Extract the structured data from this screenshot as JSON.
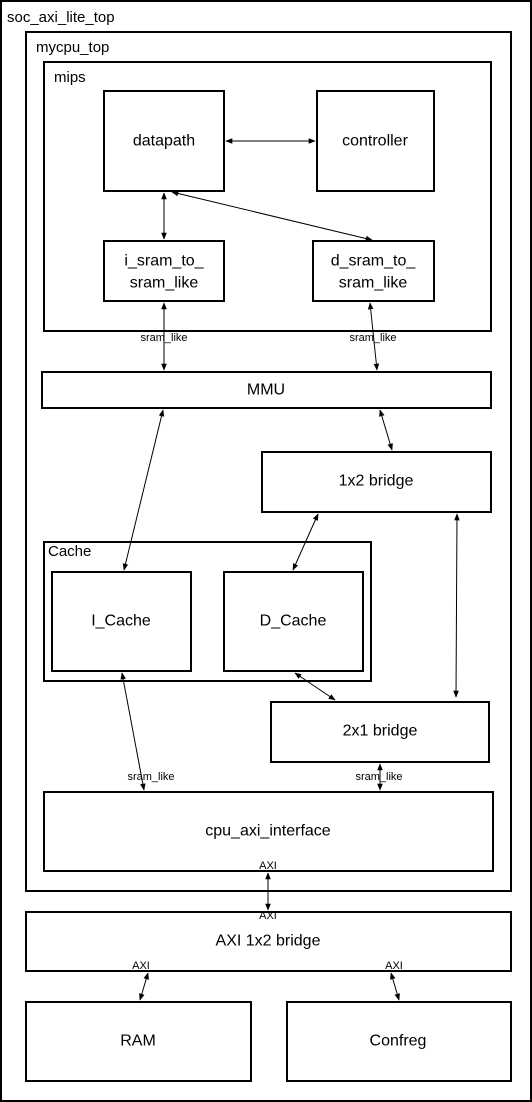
{
  "containers": {
    "soc": "soc_axi_lite_top",
    "mycpu": "mycpu_top",
    "mips": "mips",
    "cache": "Cache"
  },
  "blocks": {
    "datapath": "datapath",
    "controller": "controller",
    "i_sram_line1": "i_sram_to_",
    "i_sram_line2": "sram_like",
    "d_sram_line1": "d_sram_to_",
    "d_sram_line2": "sram_like",
    "mmu": "MMU",
    "bridge_1x2": "1x2 bridge",
    "i_cache": "I_Cache",
    "d_cache": "D_Cache",
    "bridge_2x1": "2x1 bridge",
    "cpu_axi_interface": "cpu_axi_interface",
    "axi_1x2_bridge": "AXI 1x2 bridge",
    "ram": "RAM",
    "confreg": "Confreg"
  },
  "edge_labels": {
    "sram_like_left_top": "sram_like",
    "sram_like_right_top": "sram_like",
    "sram_like_left_bottom": "sram_like",
    "sram_like_right_bottom": "sram_like",
    "axi_cpu_out": "AXI",
    "axi_bridge_in": "AXI",
    "axi_ram": "AXI",
    "axi_confreg": "AXI"
  }
}
